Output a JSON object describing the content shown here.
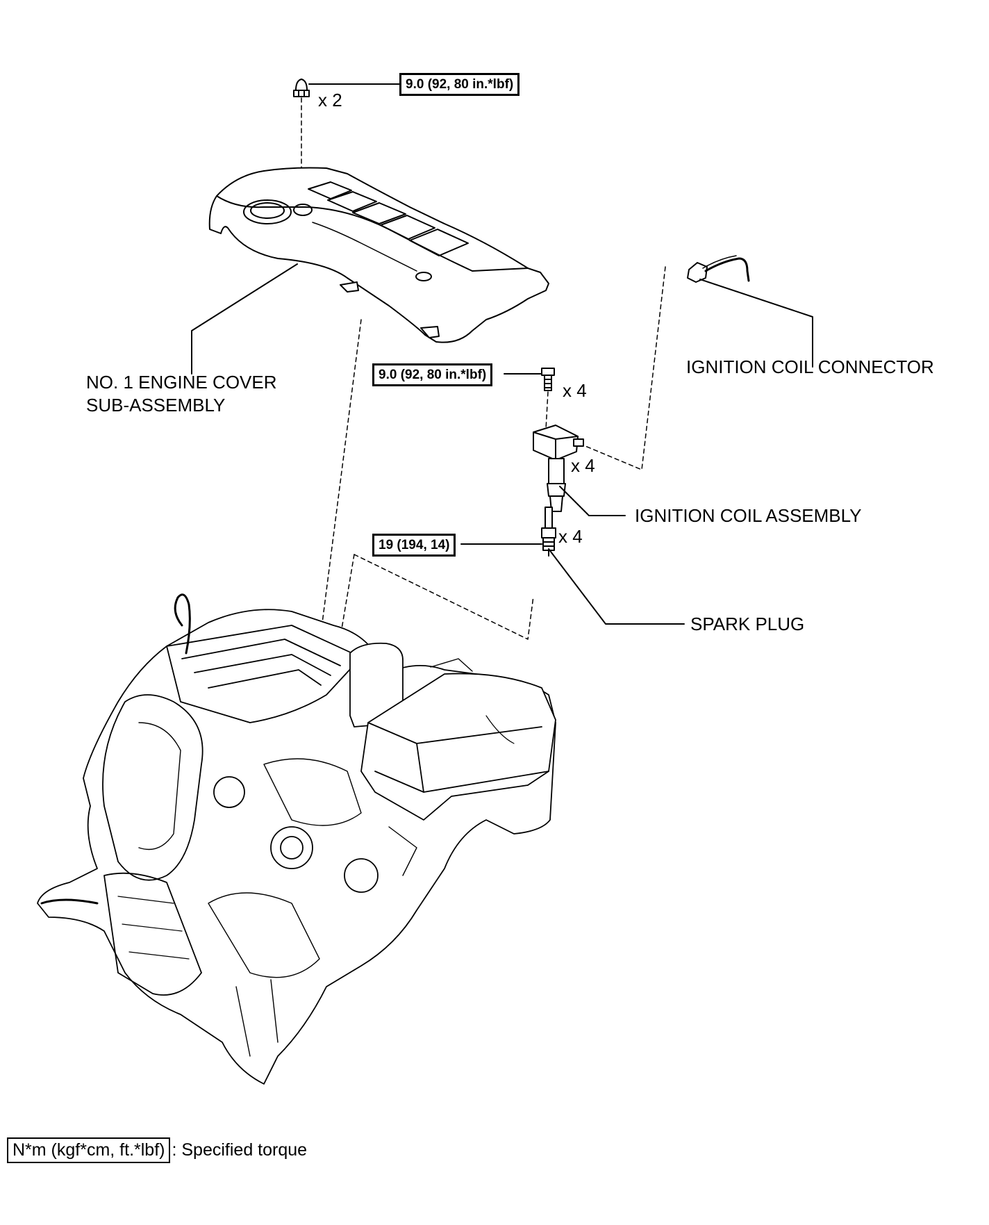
{
  "labels": {
    "engine_cover": [
      "NO. 1 ENGINE COVER",
      "SUB-ASSEMBLY"
    ],
    "coil_connector": "IGNITION COIL CONNECTOR",
    "coil_assembly": "IGNITION COIL ASSEMBLY",
    "spark_plug": "SPARK PLUG"
  },
  "torques": {
    "cover_nut": "9.0 (92, 80 in.*lbf)",
    "coil_bolt": "9.0 (92, 80 in.*lbf)",
    "spark_plug": "19 (194, 14)"
  },
  "quantities": {
    "cover_nut": "x 2",
    "coil_bolt": "x 4",
    "coil_assembly": "x 4",
    "spark_plug": "x 4"
  },
  "legend": {
    "unit": "N*m (kgf*cm, ft.*lbf)",
    "description": ": Specified torque"
  }
}
